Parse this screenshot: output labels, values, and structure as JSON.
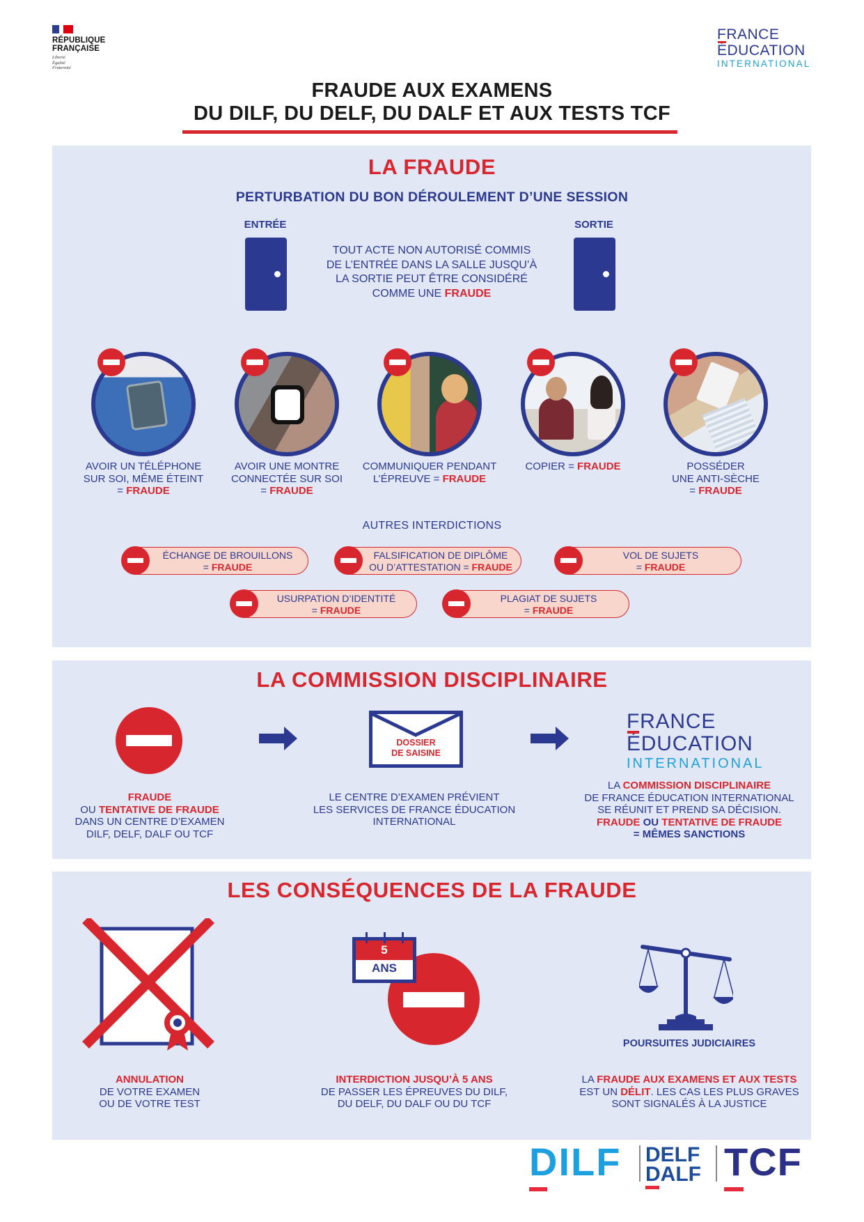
{
  "header": {
    "republique": {
      "name_line1": "RÉPUBLIQUE",
      "name_line2": "FRANÇAISE",
      "motto": [
        "Liberté",
        "Égalité",
        "Fraternité"
      ],
      "flag_colors": [
        "#2d3e91",
        "#ffffff",
        "#e1000f"
      ]
    },
    "fei_logo": {
      "line1": "FRANCE",
      "line2": "ÉDUCATION",
      "line3": "INTERNATIONAL"
    },
    "title_line1": "FRAUDE AUX EXAMENS",
    "title_line2": "DU DILF, DU DELF, DU DALF ET AUX TESTS TCF"
  },
  "colors": {
    "primary_blue": "#2b3990",
    "accent_red": "#d7262e",
    "panel_bg": "#e1e7f4",
    "pill_bg": "#f9d6cc",
    "light_blue": "#1ea0d8"
  },
  "fraude": {
    "title": "LA FRAUDE",
    "subtitle": "PERTURBATION DU BON DÉROULEMENT D’UNE SESSION",
    "entree_label": "ENTRÉE",
    "sortie_label": "SORTIE",
    "center_text": {
      "line1": "TOUT ACTE NON AUTORISÉ COMMIS",
      "line2": "DE L’ENTRÉE DANS LA SALLE JUSQU’À",
      "line3": "LA SORTIE PEUT ÊTRE CONSIDÉRÉ",
      "line4_prefix": "COMME UNE ",
      "line4_highlight": "FRAUDE"
    },
    "examples": [
      {
        "icon": "phone-in-pocket-photo",
        "line1": "AVOIR UN TÉLÉPHONE",
        "line2": "SUR SOI, MÊME ÉTEINT",
        "eq": "= ",
        "highlight": "FRAUDE"
      },
      {
        "icon": "smartwatch-photo",
        "line1": "AVOIR UNE MONTRE",
        "line2": "CONNECTÉE SUR SOI",
        "eq": "= ",
        "highlight": "FRAUDE"
      },
      {
        "icon": "students-talking-photo",
        "line1": "COMMUNIQUER PENDANT",
        "line2": "L’ÉPREUVE = ",
        "highlight": "FRAUDE"
      },
      {
        "icon": "students-copying-photo",
        "line1": "COPIER = ",
        "highlight": "FRAUDE"
      },
      {
        "icon": "cheat-sheet-photo",
        "line1": "POSSÉDER",
        "line2": "UNE ANTI-SÈCHE",
        "eq": "= ",
        "highlight": "FRAUDE"
      }
    ],
    "autres_title": "AUTRES INTERDICTIONS",
    "autres": [
      {
        "line1": "ÉCHANGE DE BROUILLONS",
        "line2_prefix": "= ",
        "highlight": "FRAUDE"
      },
      {
        "line1": "FALSIFICATION DE DIPLÔME",
        "line2_prefix": "OU D’ATTESTATION = ",
        "highlight": "FRAUDE"
      },
      {
        "line1": "VOL DE SUJETS",
        "line2_prefix": "= ",
        "highlight": "FRAUDE"
      },
      {
        "line1": "USURPATION D’IDENTITÉ",
        "line2_prefix": "= ",
        "highlight": "FRAUDE"
      },
      {
        "line1": "PLAGIAT DE SUJETS",
        "line2_prefix": "= ",
        "highlight": "FRAUDE"
      }
    ]
  },
  "commission": {
    "title": "LA COMMISSION DISCIPLINAIRE",
    "step1": {
      "line1_highlight": "FRAUDE",
      "line2_prefix": "OU ",
      "line2_highlight": "TENTATIVE DE FRAUDE",
      "line3": "DANS UN CENTRE D’EXAMEN",
      "line4": "DILF, DELF, DALF OU TCF"
    },
    "step2": {
      "envelope_line1": "DOSSIER",
      "envelope_line2": "DE SAISINE",
      "line1": "LE CENTRE D’EXAMEN PRÉVIENT",
      "line2": "LES SERVICES DE FRANCE ÉDUCATION",
      "line3": "INTERNATIONAL"
    },
    "step3": {
      "logo_line1": "FRANCE",
      "logo_line2": "ÉDUCATION",
      "logo_line3": "INTERNATIONAL",
      "line1_prefix": "LA ",
      "line1_highlight": "COMMISSION DISCIPLINAIRE",
      "line2": "DE FRANCE ÉDUCATION INTERNATIONAL",
      "line3": "SE RÉUNIT ET PREND SA DÉCISION.",
      "line4_h1": "FRAUDE",
      "line4_mid": " OU ",
      "line4_h2": "TENTATIVE DE FRAUDE",
      "line5": "= MÊMES SANCTIONS"
    }
  },
  "consequences": {
    "title": "LES CONSÉQUENCES DE LA FRAUDE",
    "items": [
      {
        "icon": "crossed-diploma-icon",
        "highlight": "ANNULATION",
        "line2": "DE VOTRE EXAMEN",
        "line3": "OU DE VOTRE TEST"
      },
      {
        "icon": "calendar-ban-icon",
        "calendar_number": "5",
        "calendar_unit": "ANS",
        "highlight": "INTERDICTION JUSQU’À 5 ANS",
        "line2": "DE PASSER LES ÉPREUVES DU DILF,",
        "line3": "DU DELF, DU DALF OU DU TCF"
      },
      {
        "icon": "scales-of-justice-icon",
        "icon_label": "POURSUITES JUDICIAIRES",
        "line1_prefix": "LA ",
        "line1_highlight": "FRAUDE AUX EXAMENS ET AUX TESTS",
        "line2_prefix": "EST UN ",
        "line2_highlight": "DÉLIT",
        "line2_suffix": ". LES CAS LES PLUS GRAVES",
        "line3": "SONT SIGNALÉS À LA JUSTICE"
      }
    ]
  },
  "footer": {
    "logos": [
      {
        "name": "DILF",
        "color": "#1ea0e0"
      },
      {
        "name_line1": "DELF",
        "name_line2": "DALF",
        "color": "#1d4c9c"
      },
      {
        "name": "TCF",
        "color": "#2b2f85"
      }
    ]
  }
}
